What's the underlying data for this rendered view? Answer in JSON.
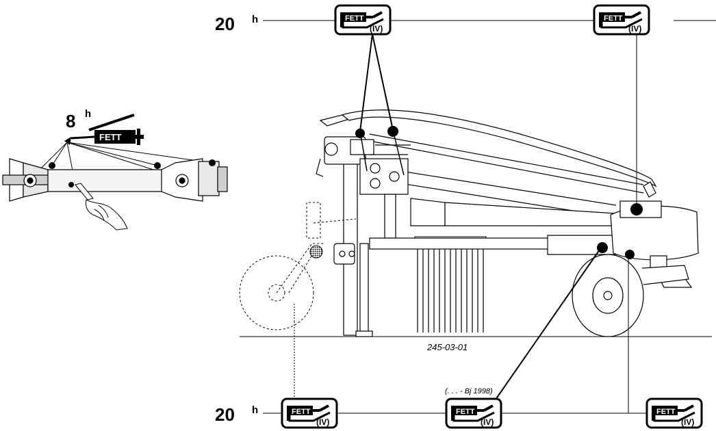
{
  "intervals": {
    "top_hours": "20",
    "bottom_hours": "20",
    "pto_hours": "8",
    "hour_unit": "h"
  },
  "lubricant_tags": {
    "label": "FETT",
    "grade": "(IV)",
    "pto_label": "FETT"
  },
  "diagram": {
    "reference_code": "245-03-01",
    "model_year_note": "(. . . - Bj 1998)"
  },
  "colors": {
    "ink": "#000000",
    "paper": "#ffffff",
    "fill_light": "#e8e8e8"
  }
}
